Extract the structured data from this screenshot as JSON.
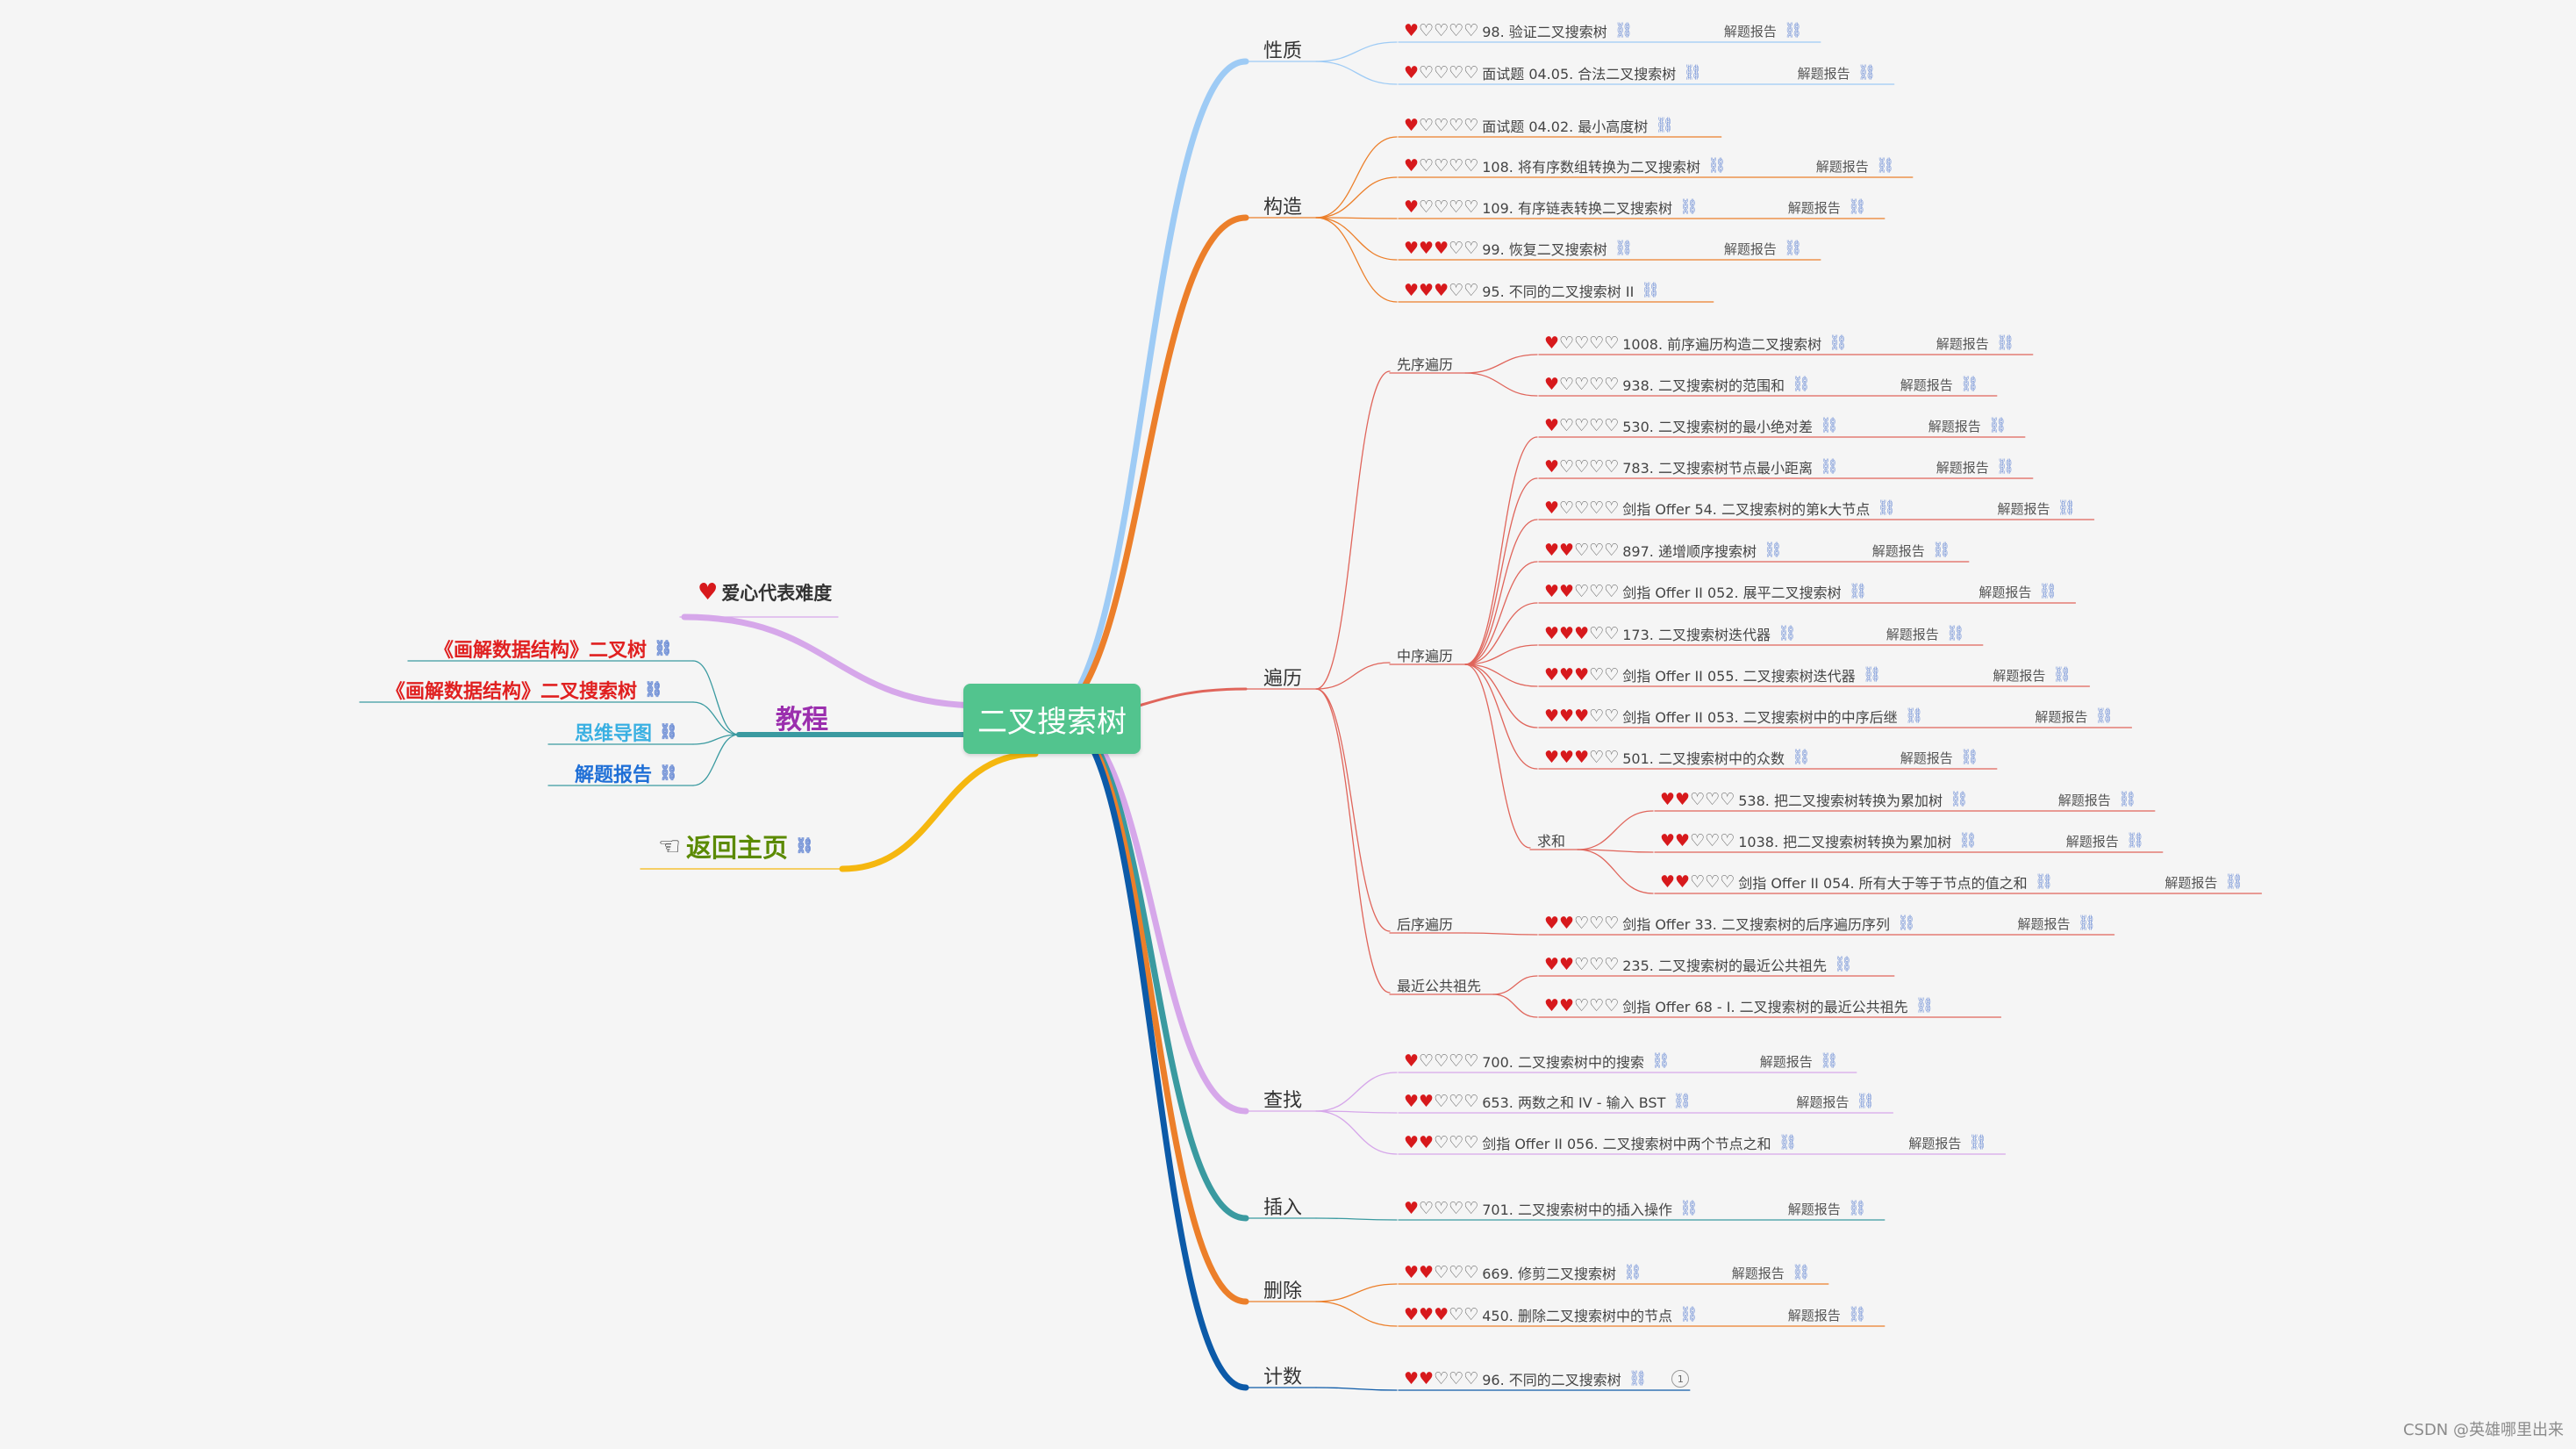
{
  "root": {
    "title": "二叉搜索树"
  },
  "link_icon": "link-icon",
  "report_label": "解题报告",
  "branches": [
    {
      "id": "xingzhi",
      "label": "性质",
      "color": "#9ecbf5",
      "leaves": [
        {
          "h": 1,
          "text": "98. 验证二叉搜索树",
          "report": true
        },
        {
          "h": 1,
          "text": "面试题 04.05. 合法二叉搜索树",
          "report": true
        }
      ]
    },
    {
      "id": "gouzao",
      "label": "构造",
      "color": "#ec7f2a",
      "leaves": [
        {
          "h": 1,
          "text": "面试题 04.02. 最小高度树",
          "report": false
        },
        {
          "h": 1,
          "text": "108. 将有序数组转换为二叉搜索树",
          "report": true
        },
        {
          "h": 1,
          "text": "109. 有序链表转换二叉搜索树",
          "report": true
        },
        {
          "h": 3,
          "text": "99. 恢复二叉搜索树",
          "report": true
        },
        {
          "h": 3,
          "text": "95. 不同的二叉搜索树 II",
          "report": false
        }
      ]
    },
    {
      "id": "bianli",
      "label": "遍历",
      "color": "#e0655b",
      "subs": [
        {
          "label": "先序遍历",
          "leaves": [
            {
              "h": 1,
              "text": "1008. 前序遍历构造二叉搜索树",
              "report": true
            },
            {
              "h": 1,
              "text": "938. 二叉搜索树的范围和",
              "report": true
            }
          ]
        },
        {
          "label": "中序遍历",
          "leaves": [
            {
              "h": 1,
              "text": "530. 二叉搜索树的最小绝对差",
              "report": true
            },
            {
              "h": 1,
              "text": " 783. 二叉搜索树节点最小距离",
              "report": true
            },
            {
              "h": 1,
              "text": "剑指 Offer 54. 二叉搜索树的第k大节点",
              "report": true
            },
            {
              "h": 2,
              "text": "897. 递增顺序搜索树",
              "report": true
            },
            {
              "h": 2,
              "text": "剑指 Offer II 052. 展平二叉搜索树",
              "report": true
            },
            {
              "h": 3,
              "text": "173. 二叉搜索树迭代器",
              "report": true
            },
            {
              "h": 3,
              "text": "剑指 Offer II 055. 二叉搜索树迭代器",
              "report": true
            },
            {
              "h": 3,
              "text": "剑指 Offer II 053. 二叉搜索树中的中序后继",
              "report": true
            },
            {
              "h": 3,
              "text": "501. 二叉搜索树中的众数",
              "report": true
            }
          ],
          "subs": [
            {
              "label": "求和",
              "leaves": [
                {
                  "h": 2,
                  "text": "538. 把二叉搜索树转换为累加树",
                  "report": true
                },
                {
                  "h": 2,
                  "text": "1038. 把二叉搜索树转换为累加树",
                  "report": true
                },
                {
                  "h": 2,
                  "text": "剑指 Offer II 054. 所有大于等于节点的值之和",
                  "report": true
                }
              ]
            }
          ]
        },
        {
          "label": "后序遍历",
          "leaves": [
            {
              "h": 2,
              "text": "剑指 Offer 33. 二叉搜索树的后序遍历序列",
              "report": true
            }
          ]
        },
        {
          "label": "最近公共祖先",
          "leaves": [
            {
              "h": 2,
              "text": "235. 二叉搜索树的最近公共祖先",
              "report": false
            },
            {
              "h": 2,
              "text": "剑指 Offer 68 - I. 二叉搜索树的最近公共祖先",
              "report": false
            }
          ]
        }
      ]
    },
    {
      "id": "chazhao",
      "label": "查找",
      "color": "#d6a7ea",
      "leaves": [
        {
          "h": 1,
          "text": "700. 二叉搜索树中的搜索",
          "report": true
        },
        {
          "h": 2,
          "text": "653. 两数之和 IV - 输入 BST",
          "report": true
        },
        {
          "h": 2,
          "text": "剑指 Offer II 056. 二叉搜索树中两个节点之和",
          "report": true
        }
      ]
    },
    {
      "id": "charu",
      "label": "插入",
      "color": "#3a9aa0",
      "leaves": [
        {
          "h": 1,
          "text": "701. 二叉搜索树中的插入操作",
          "report": true
        }
      ]
    },
    {
      "id": "shanchu",
      "label": "删除",
      "color": "#ec7f2a",
      "leaves": [
        {
          "h": 2,
          "text": "669. 修剪二叉搜索树",
          "report": true
        },
        {
          "h": 3,
          "text": "450. 删除二叉搜索树中的节点",
          "report": true
        }
      ]
    },
    {
      "id": "jishu",
      "label": "计数",
      "color": "#0c5aa8",
      "leaves": [
        {
          "h": 2,
          "text": "96. 不同的二叉搜索树",
          "report": false,
          "badge": "1"
        }
      ]
    }
  ],
  "left": {
    "difficulty": {
      "label": "爱心代表难度",
      "color": "#333333"
    },
    "tutorial": {
      "label": "教程",
      "color": "#9b2fae",
      "items": [
        {
          "label": "《画解数据结构》二叉树",
          "color": "#e02020"
        },
        {
          "label": "《画解数据结构》二叉搜索树",
          "color": "#e02020"
        },
        {
          "label": "思维导图",
          "color": "#3ab0e2"
        },
        {
          "label": "解题报告",
          "color": "#1f6fd6"
        }
      ]
    },
    "home": {
      "label": "返回主页",
      "color": "#5b8a00"
    }
  },
  "footer": "CSDN @英雄哪里出来"
}
